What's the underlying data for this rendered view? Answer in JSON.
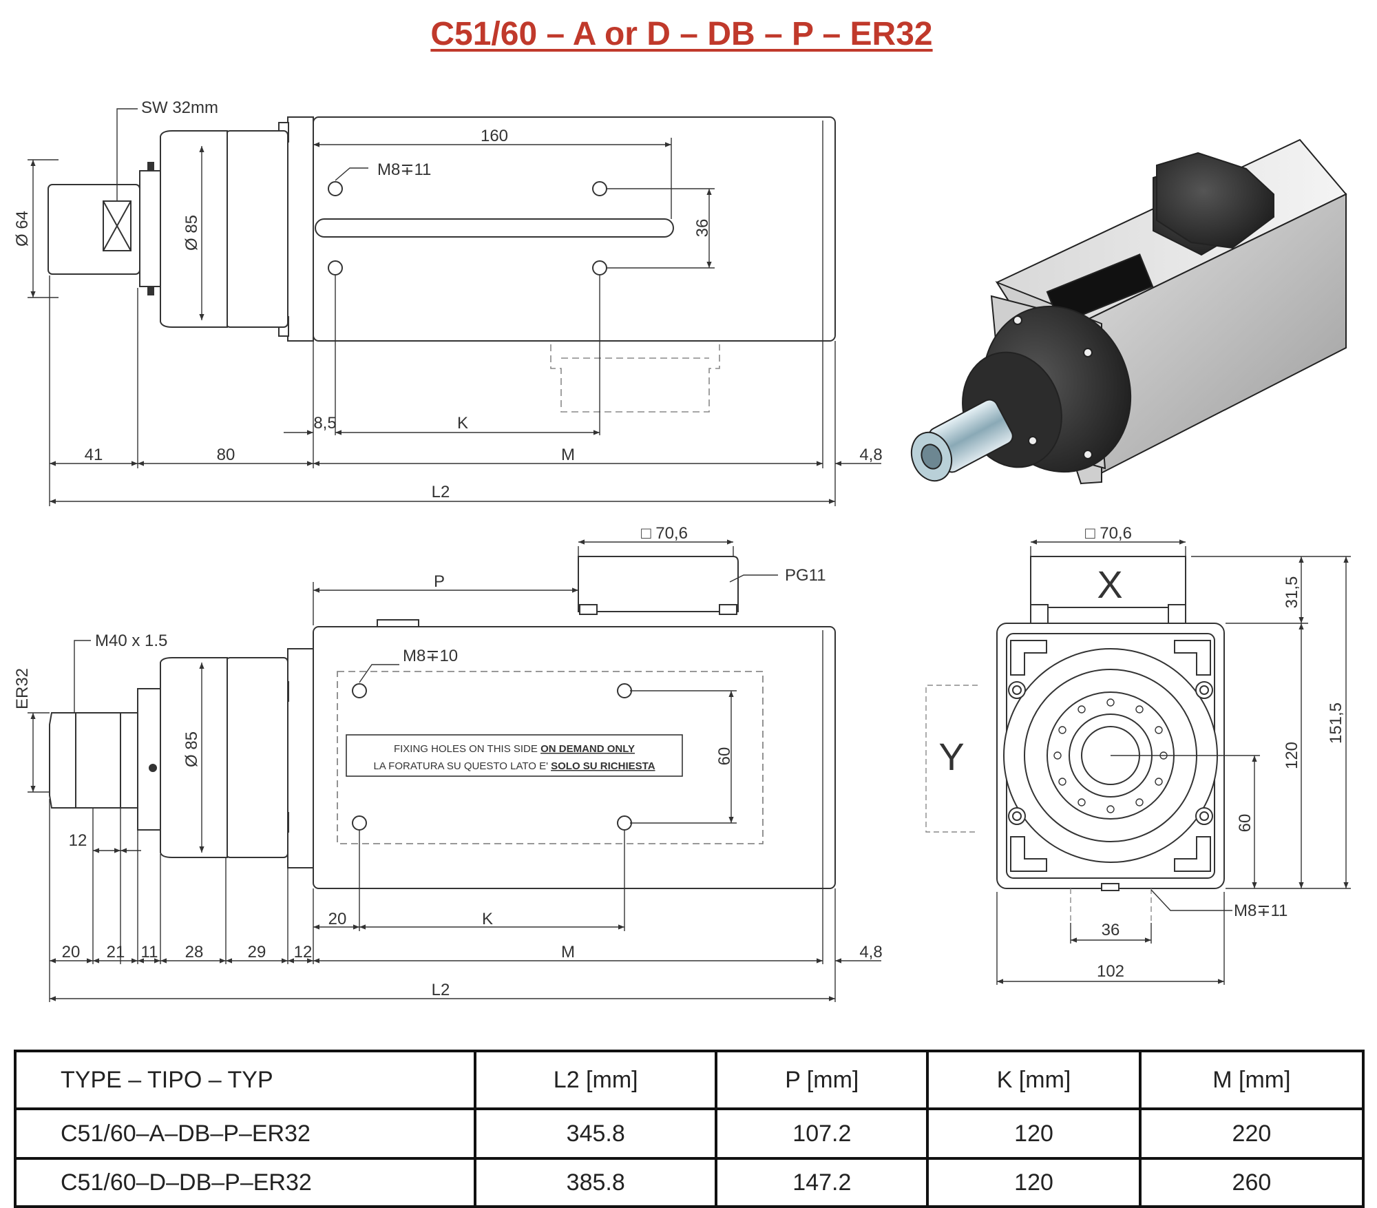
{
  "title": "C51/60 – A or D – DB – P – ER32",
  "top_view": {
    "sw_label": "SW 32mm",
    "hole_label": "M8∓11",
    "dims": {
      "len_160": "160",
      "dia_64": "Ø 64",
      "dia_85": "Ø 85",
      "v_36": "36",
      "d_8_5": "8,5",
      "k": "K",
      "d_41": "41",
      "d_80": "80",
      "m": "M",
      "d_4_8": "4,8",
      "l2": "L2"
    }
  },
  "side_view": {
    "sq_70_6": "□ 70,6",
    "pg11": "PG11",
    "p": "P",
    "m40": "M40 x 1.5",
    "er32": "ER32",
    "hole_label": "M8∓10",
    "dia_85": "Ø 85",
    "v_60": "60",
    "notice_line1_plain": "FIXING HOLES ON THIS SIDE ",
    "notice_line1_bold": "ON DEMAND ONLY",
    "notice_line2_plain": "LA FORATURA SU QUESTO LATO E' ",
    "notice_line2_bold": "SOLO SU RICHIESTA",
    "d_12_top": "12",
    "d_20_k": "20",
    "k": "K",
    "bottom": {
      "d_20": "20",
      "d_21": "21",
      "d_11": "11",
      "d_28": "28",
      "d_29": "29",
      "d_12": "12",
      "m": "M",
      "d_4_8": "4,8",
      "l2": "L2"
    }
  },
  "end_view": {
    "sq_70_6": "□ 70,6",
    "x_label": "X",
    "y_label": "Y",
    "d_31_5": "31,5",
    "d_151_5": "151,5",
    "d_120": "120",
    "d_60": "60",
    "hole_label": "M8∓11",
    "d_36": "36",
    "d_102": "102"
  },
  "table": {
    "headers": [
      "TYPE – TIPO –  TYP",
      "L2 [mm]",
      "P [mm]",
      "K [mm]",
      "M [mm]"
    ],
    "rows": [
      [
        "C51/60–A–DB–P–ER32",
        "345.8",
        "107.2",
        "120",
        "220"
      ],
      [
        "C51/60–D–DB–P–ER32",
        "385.8",
        "147.2",
        "120",
        "260"
      ]
    ]
  }
}
